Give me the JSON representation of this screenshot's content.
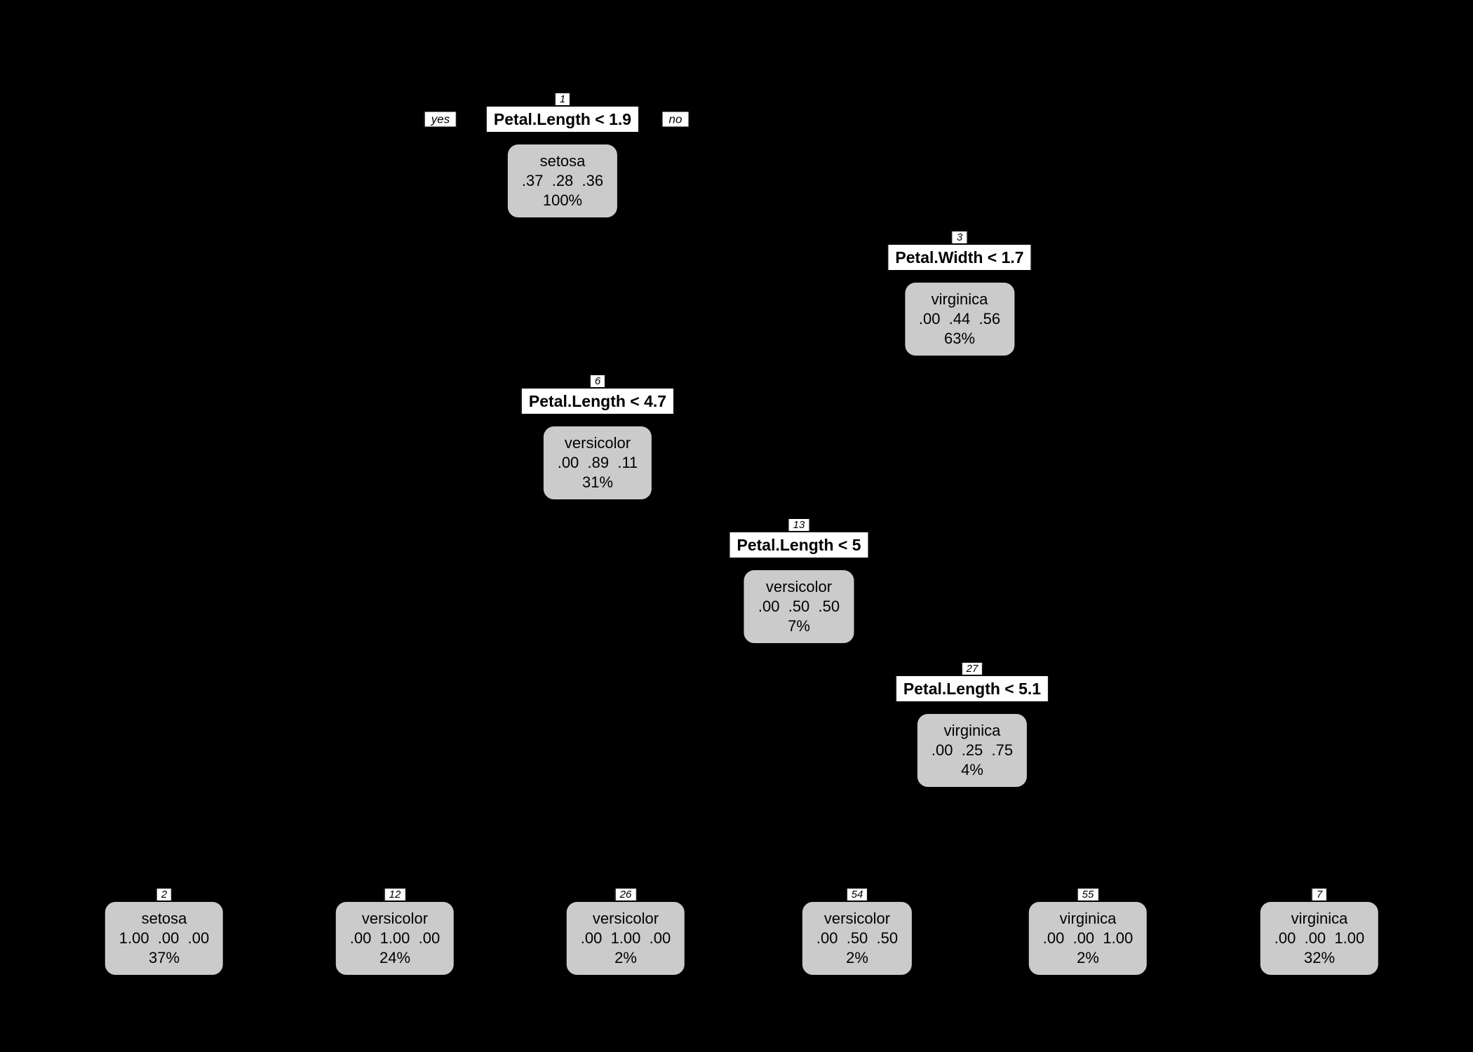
{
  "chart_title": "",
  "edge_labels": {
    "yes": "yes",
    "no": "no"
  },
  "colors": {
    "background": "#000000",
    "node_fill": "#cbcbcb",
    "label_fill": "#ffffff",
    "text": "#000000"
  },
  "nodes": {
    "n1": {
      "id": "1",
      "split": "Petal.Length < 1.9",
      "class": "setosa",
      "probs": ".37  .28  .36",
      "pct": "100%"
    },
    "n3": {
      "id": "3",
      "split": "Petal.Width < 1.7",
      "class": "virginica",
      "probs": ".00  .44  .56",
      "pct": "63%"
    },
    "n6": {
      "id": "6",
      "split": "Petal.Length < 4.7",
      "class": "versicolor",
      "probs": ".00  .89  .11",
      "pct": "31%"
    },
    "n13": {
      "id": "13",
      "split": "Petal.Length < 5",
      "class": "versicolor",
      "probs": ".00  .50  .50",
      "pct": "7%"
    },
    "n27": {
      "id": "27",
      "split": "Petal.Length < 5.1",
      "class": "virginica",
      "probs": ".00  .25  .75",
      "pct": "4%"
    },
    "n2": {
      "id": "2",
      "class": "setosa",
      "probs": "1.00  .00  .00",
      "pct": "37%"
    },
    "n12": {
      "id": "12",
      "class": "versicolor",
      "probs": ".00  1.00  .00",
      "pct": "24%"
    },
    "n26": {
      "id": "26",
      "class": "versicolor",
      "probs": ".00  1.00  .00",
      "pct": "2%"
    },
    "n54": {
      "id": "54",
      "class": "versicolor",
      "probs": ".00  .50  .50",
      "pct": "2%"
    },
    "n55": {
      "id": "55",
      "class": "virginica",
      "probs": ".00  .00  1.00",
      "pct": "2%"
    },
    "n7": {
      "id": "7",
      "class": "virginica",
      "probs": ".00  .00  1.00",
      "pct": "32%"
    }
  }
}
